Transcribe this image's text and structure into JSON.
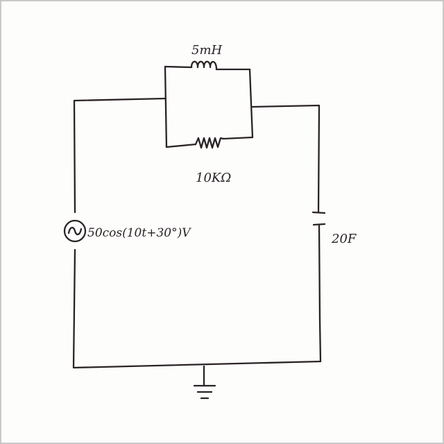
{
  "inductor": {
    "label": "5mH"
  },
  "resistor": {
    "label": "10KΩ"
  },
  "capacitor": {
    "label": "20F"
  },
  "source": {
    "label": "50cos(10t+30°)V"
  },
  "colors": {
    "ink": "#2a2326",
    "paper": "#fdfdfc"
  }
}
